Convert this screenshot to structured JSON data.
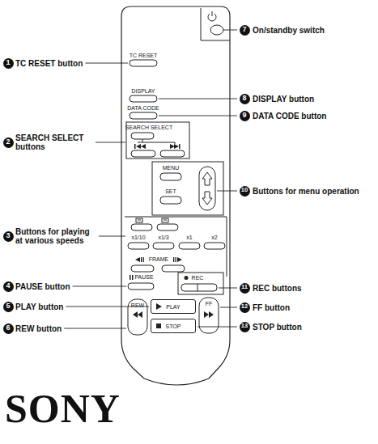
{
  "diagram": {
    "nodes": [
      {
        "text": [
          "PLAY"
        ]
      },
      {
        "text": [
          "STOP"
        ]
      }
    ],
    "labels": [
      "7",
      "On/standby switch",
      "TC RESET",
      "1",
      "TC RESET button",
      "DISPLAY",
      "8",
      "DISPLAY button",
      "DATA CODE",
      "9",
      "DATA CODE button",
      "2",
      "SEARCH SELECT buttons",
      "SEARCH SELECT",
      "MENU",
      "10",
      "Buttons for menu operation",
      "SET",
      "3",
      "Buttons for playing at various speeds",
      "x1/10",
      "x1/3",
      "x1",
      "x2",
      "FRAME",
      "PAUSE",
      "4",
      "PAUSE button",
      "REC",
      "11",
      "REC buttons",
      "5",
      "PLAY button",
      "FF",
      "12",
      "FF button",
      "REW",
      "6",
      "REW button",
      "13",
      "STOP button",
      "SONY"
    ]
  }
}
